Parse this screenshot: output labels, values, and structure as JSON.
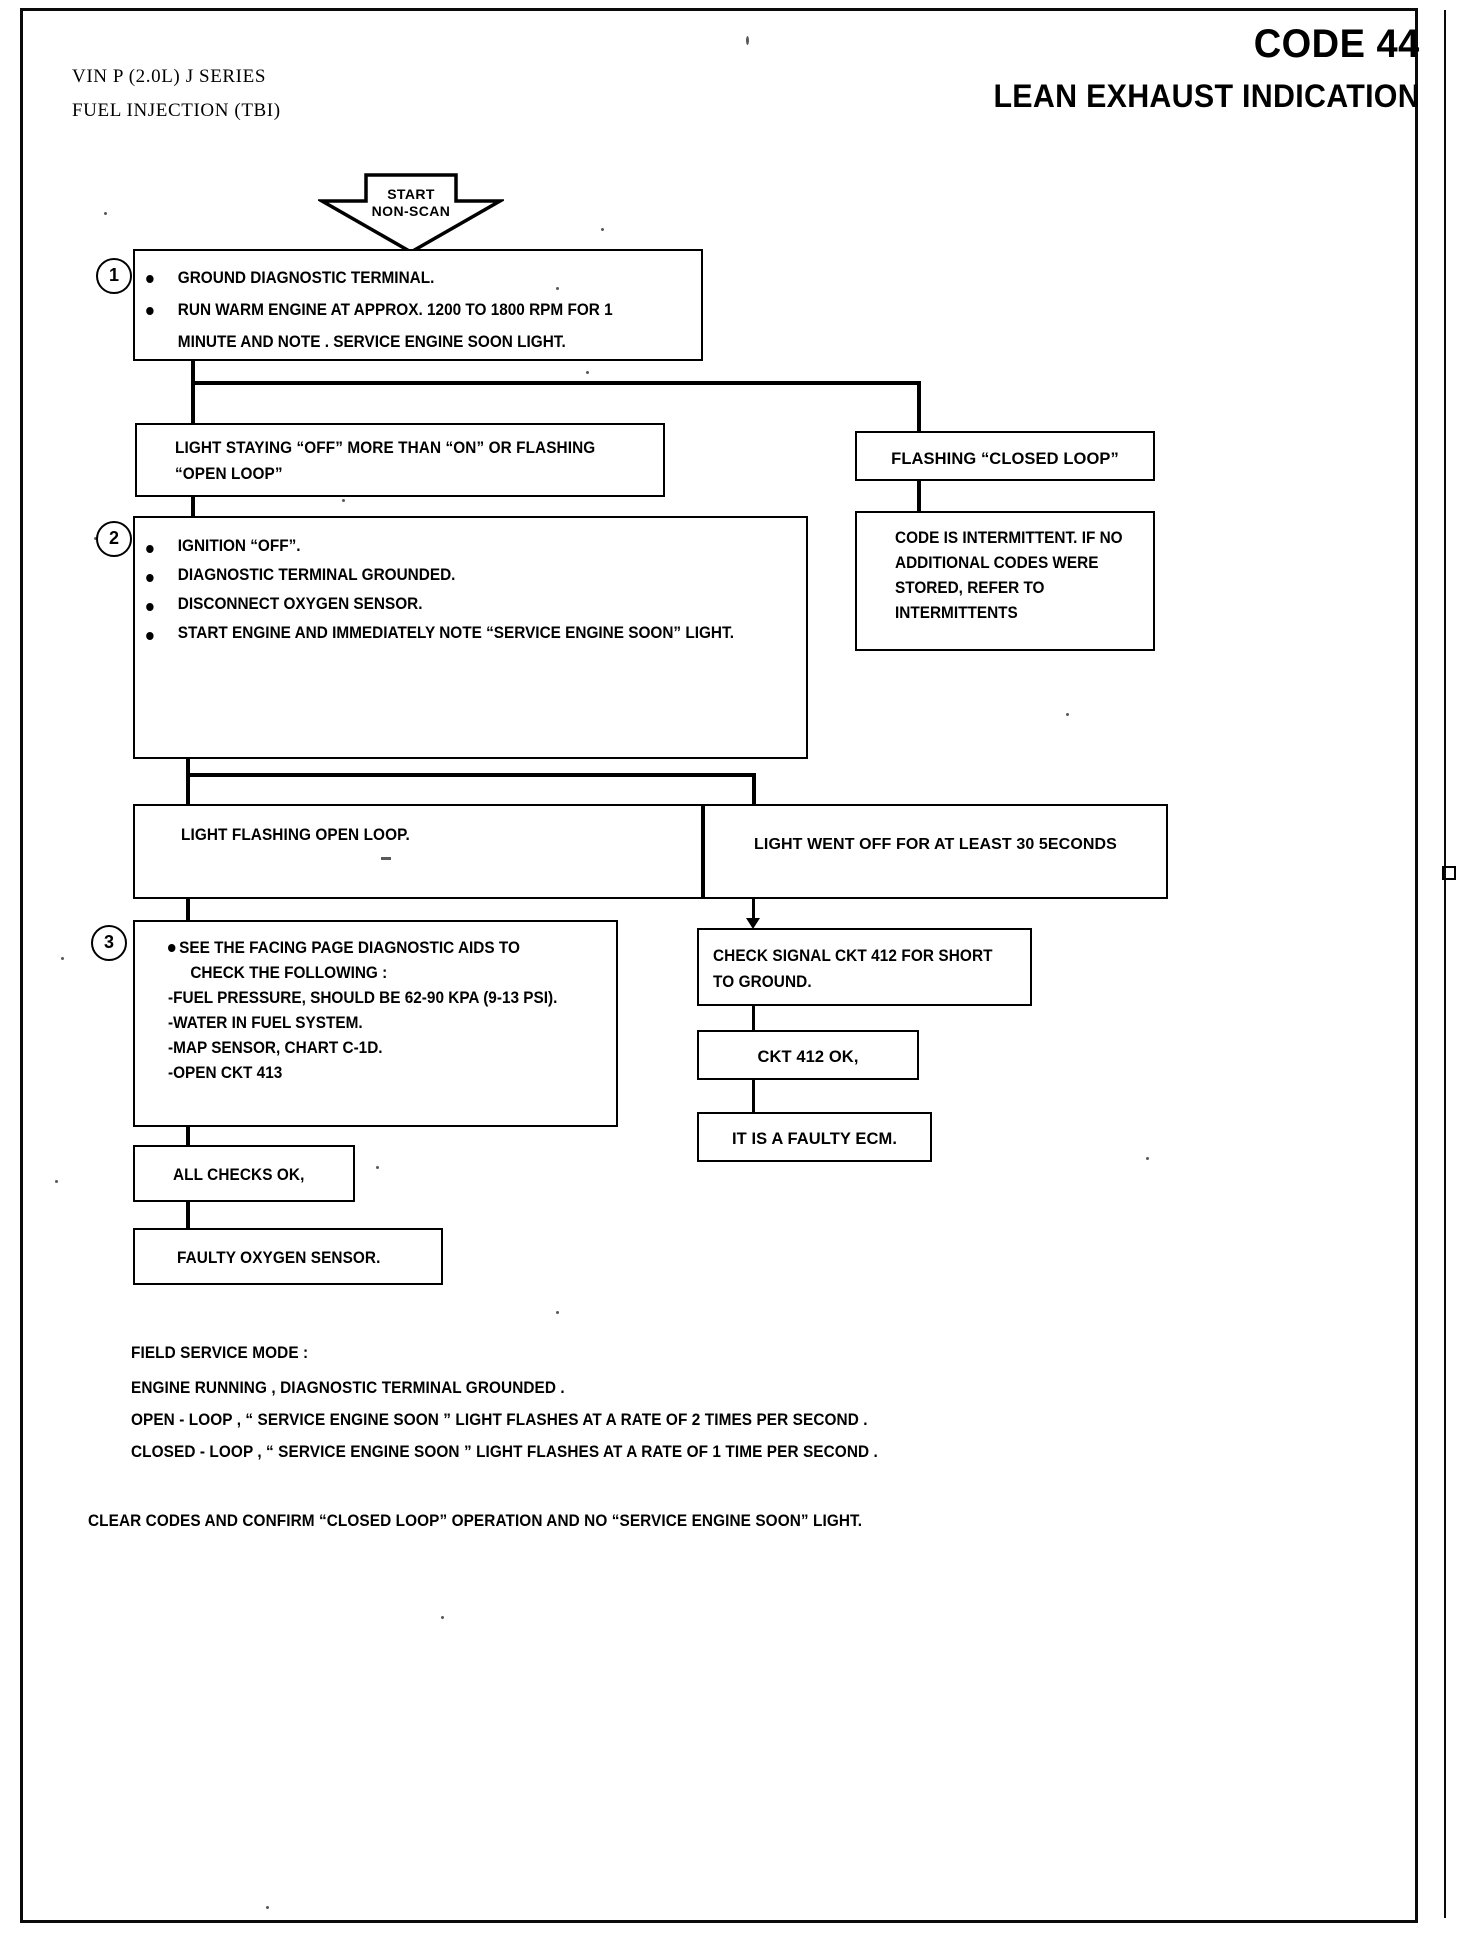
{
  "header": {
    "code_title": "CODE 44",
    "subtitle": "LEAN EXHAUST INDICATION",
    "vin_line": "VIN P (2.0L) J SERIES",
    "fuel_line": "FUEL INJECTION (TBI)"
  },
  "start": {
    "line1": "START",
    "line2": "NON-SCAN"
  },
  "steps": {
    "one": "1",
    "two": "2",
    "three": "3"
  },
  "box1": {
    "bullets": [
      "GROUND DIAGNOSTIC TERMINAL.",
      "RUN WARM ENGINE AT APPROX. 1200 TO 1800 RPM FOR 1",
      "MINUTE AND NOTE .  SERVICE ENGINE SOON LIGHT."
    ]
  },
  "branch_left_1": {
    "line1": "LIGHT STAYING “OFF” MORE THAN “ON” OR FLASHING",
    "line2": "“OPEN LOOP”"
  },
  "branch_right_1": {
    "label": "FLASHING “CLOSED LOOP”"
  },
  "intermittent": {
    "lines": [
      "CODE IS INTERMITTENT. IF NO",
      "ADDITIONAL CODES WERE",
      "STORED, REFER TO",
      "INTERMITTENTS"
    ]
  },
  "box2": {
    "bullets": [
      "IGNITION “OFF”.",
      "DIAGNOSTIC TERMINAL GROUNDED.",
      "DISCONNECT OXYGEN SENSOR.",
      "START ENGINE AND IMMEDIATELY NOTE “SERVICE ENGINE SOON” LIGHT."
    ]
  },
  "branch_left_2": {
    "label": "LIGHT FLASHING OPEN LOOP."
  },
  "branch_right_2": {
    "label": "LIGHT WENT OFF FOR  AT LEAST 30 5ECONDS"
  },
  "box3": {
    "lines": [
      "SEE THE FACING PAGE DIAGNOSTIC AIDS TO",
      "CHECK THE FOLLOWING :",
      "-FUEL PRESSURE, SHOULD BE 62-90 KPA (9-13 PSI).",
      "-WATER IN FUEL SYSTEM.",
      "-MAP SENSOR, CHART C-1D.",
      "-OPEN CKT 413"
    ]
  },
  "all_checks": {
    "label": "ALL CHECKS OK,"
  },
  "faulty_o2": {
    "label": "FAULTY OXYGEN SENSOR."
  },
  "check_signal": {
    "line1": "CHECK SIGNAL CKT 412 FOR SHORT",
    "line2": "TO GROUND."
  },
  "ckt_ok": {
    "label": "CKT 412  OK,"
  },
  "faulty_ecm": {
    "label": "IT IS A FAULTY ECM."
  },
  "field_service": {
    "title": "FIELD SERVICE MODE :",
    "lines": [
      "ENGINE RUNNING , DIAGNOSTIC TERMINAL GROUNDED .",
      "OPEN - LOOP , “ SERVICE ENGINE SOON ” LIGHT FLASHES AT A RATE OF 2 TIMES PER SECOND .",
      "CLOSED - LOOP , “ SERVICE ENGINE SOON ” LIGHT FLASHES AT A RATE OF 1 TIME PER SECOND ."
    ]
  },
  "footer": {
    "label": "CLEAR CODES AND CONFIRM “CLOSED LOOP”  OPERATION AND NO “SERVICE ENGINE SOON” LIGHT."
  }
}
